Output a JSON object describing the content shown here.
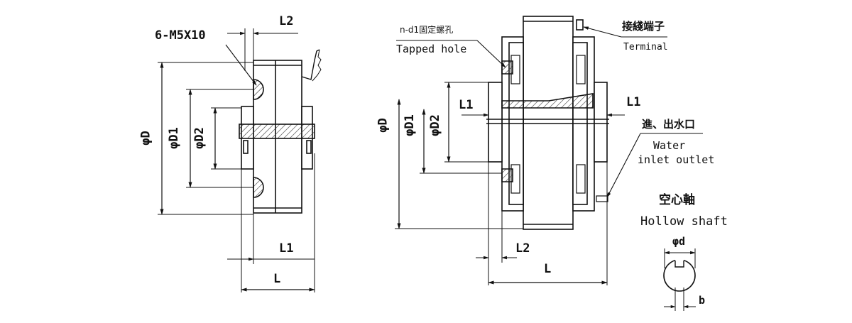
{
  "left_view": {
    "bolt_spec": "6-M5X10",
    "dim_L2": "L2",
    "dim_D": "φD",
    "dim_D1": "φD1",
    "dim_D2": "φD2",
    "dim_L1": "L1",
    "dim_L": "L"
  },
  "right_view": {
    "screw_hole_cn": "n-d1固定螺孔",
    "screw_hole_en": "Tapped hole",
    "terminal_cn": "接綫端子",
    "terminal_en": "Terminal",
    "water_cn": "進、出水口",
    "water_en_1": "Water",
    "water_en_2": "inlet outlet",
    "dim_D": "φD",
    "dim_D1": "φD1",
    "dim_D2": "φD2",
    "dim_L1_left": "L1",
    "dim_L1_right": "L1",
    "dim_L2": "L2",
    "dim_L": "L"
  },
  "shaft_detail": {
    "title_cn": "空心軸",
    "title_en": "Hollow shaft",
    "dim_d": "φd",
    "dim_b": "b"
  },
  "colors": {
    "line": "#111111",
    "hatch": "#333333",
    "background": "#ffffff"
  }
}
